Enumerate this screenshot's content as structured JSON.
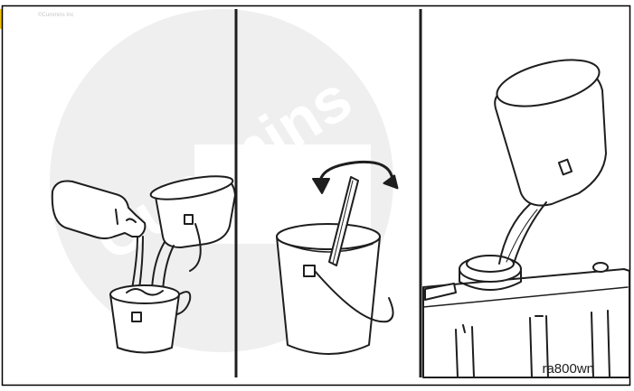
{
  "figure": {
    "watermark_text": "Cummins",
    "copyright_text": "©Cummins Inc",
    "figure_code": "ra800wn",
    "corner_mark_color": "#f2c200",
    "line_color": "#1e1e1e",
    "watermark_color": "#efefef"
  },
  "panels": [
    {
      "name": "pour-bottle-and-bucket-into-pail"
    },
    {
      "name": "stir-mixture"
    },
    {
      "name": "pour-into-radiator-fill-neck"
    }
  ]
}
